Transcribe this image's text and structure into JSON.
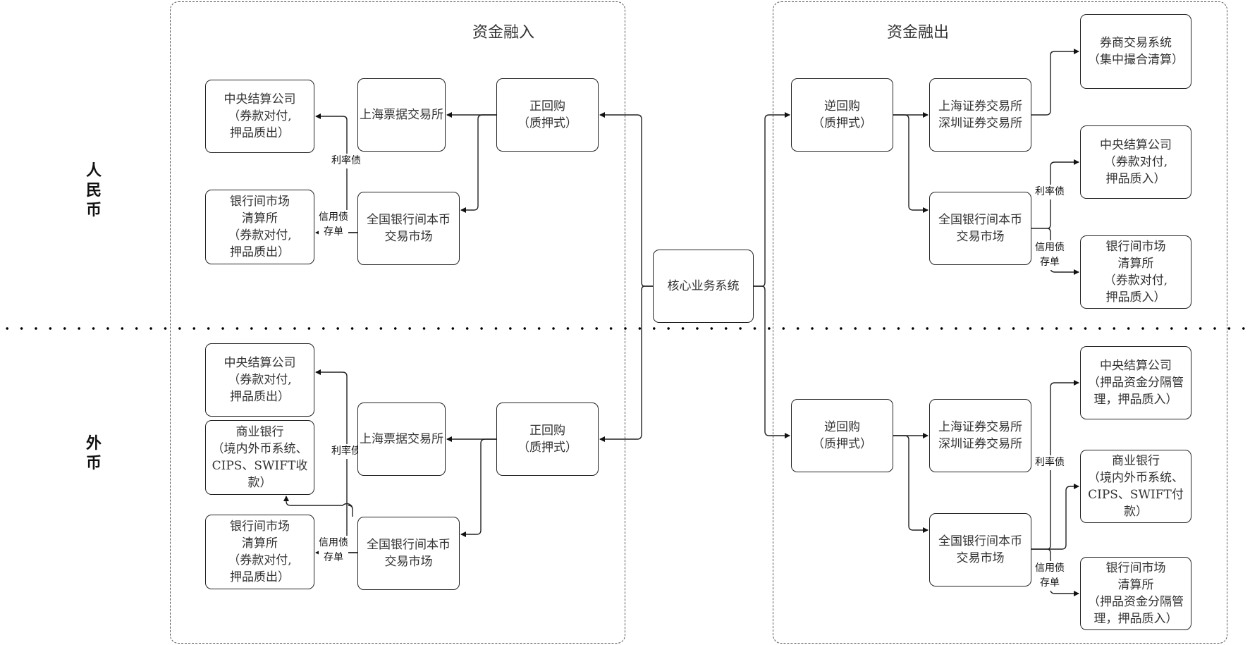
{
  "sections": {
    "inflow_title": "资金融入",
    "outflow_title": "资金融出"
  },
  "rows": {
    "rmb": "人\n民\n币",
    "fx": "外\n币"
  },
  "core": "核心业务系统",
  "edge_labels": {
    "rate_bond": "利率债",
    "credit_bond": "信用债\n存单"
  },
  "rmb_inflow": {
    "repo": "正回购\n（质押式）",
    "shcpe": "上海票据交易所",
    "cfets": "全国银行间本币\n交易市场",
    "ccdc": "中央结算公司\n（券款对付,\n押品质出）",
    "shch": "银行间市场\n清算所\n（券款对付,\n押品质出）"
  },
  "rmb_outflow": {
    "reverse_repo": "逆回购\n（质押式）",
    "sse_szse": "上海证券交易所\n深圳证券交易所",
    "cfets": "全国银行间本币\n交易市场",
    "broker": "券商交易系统\n（集中撮合清算）",
    "ccdc": "中央结算公司\n（券款对付,\n押品质入）",
    "shch": "银行间市场\n清算所\n（券款对付,\n押品质入）"
  },
  "fx_inflow": {
    "repo": "正回购\n（质押式）",
    "shcpe": "上海票据交易所",
    "cfets": "全国银行间本币\n交易市场",
    "ccdc": "中央结算公司\n（券款对付,\n押品质出）",
    "bank": "商业银行\n（境内外币系统、\nCIPS、SWIFT收\n款）",
    "shch": "银行间市场\n清算所\n（券款对付,\n押品质出）"
  },
  "fx_outflow": {
    "reverse_repo": "逆回购\n（质押式）",
    "sse_szse": "上海证券交易所\n深圳证券交易所",
    "cfets": "全国银行间本币\n交易市场",
    "ccdc": "中央结算公司\n（押品资金分隔管\n理，押品质入）",
    "bank": "商业银行\n（境内外币系统、\nCIPS、SWIFT付\n款）",
    "shch": "银行间市场\n清算所\n（押品资金分隔管\n理，押品质入）"
  }
}
